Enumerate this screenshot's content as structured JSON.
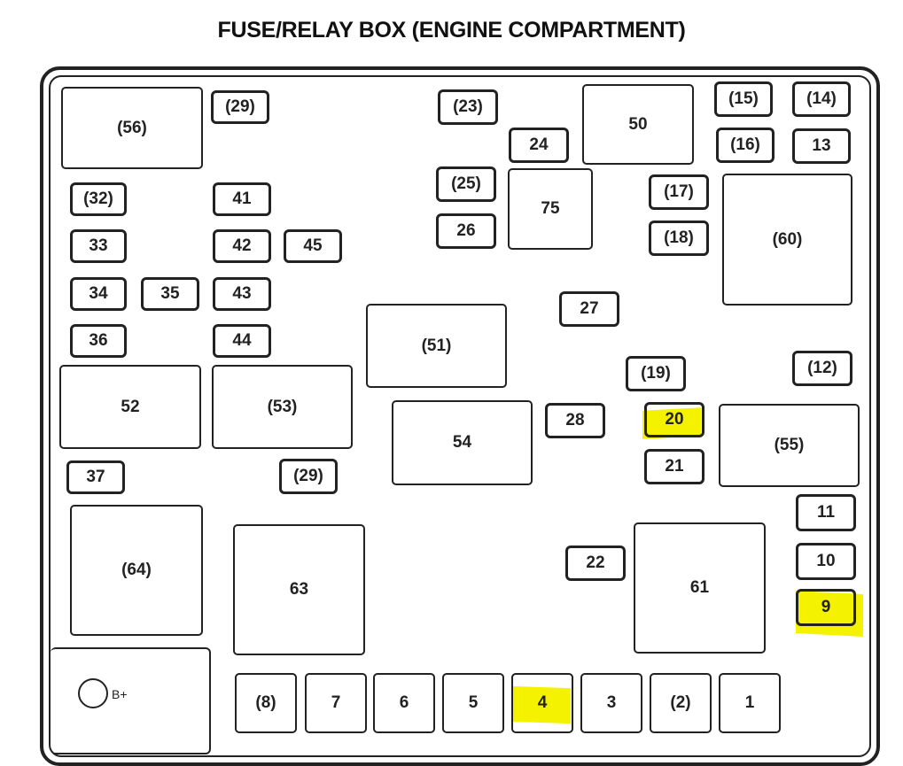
{
  "title": "FUSE/RELAY BOX (ENGINE COMPARTMENT)",
  "highlight_color": "#f5f200",
  "terminal_label": "B+",
  "terminal_icon": "battery-terminal-icon",
  "highlighted": [
    "20",
    "9",
    "4"
  ],
  "components": {
    "c56": "(56)",
    "c29a": "(29)",
    "c23": "(23)",
    "c24": "24",
    "c50": "50",
    "c15": "(15)",
    "c14": "(14)",
    "c16": "(16)",
    "c13": "13",
    "c32": "(32)",
    "c41": "41",
    "c25": "(25)",
    "c75": "75",
    "c17": "(17)",
    "c60": "(60)",
    "c33": "33",
    "c42": "42",
    "c45": "45",
    "c26": "26",
    "c18": "(18)",
    "c34": "34",
    "c35": "35",
    "c43": "43",
    "c27": "27",
    "c36": "36",
    "c44": "44",
    "c51": "(51)",
    "c19": "(19)",
    "c12": "(12)",
    "c52": "52",
    "c53": "(53)",
    "c54": "54",
    "c28": "28",
    "c20": "20",
    "c55": "(55)",
    "c21": "21",
    "c37": "37",
    "c29b": "(29)",
    "c64": "(64)",
    "c63": "63",
    "c22": "22",
    "c61": "61",
    "c11": "11",
    "c10": "10",
    "c9": "9",
    "c8": "(8)",
    "c7": "7",
    "c6": "6",
    "c5": "5",
    "c4": "4",
    "c3": "3",
    "c2": "(2)",
    "c1": "1"
  }
}
